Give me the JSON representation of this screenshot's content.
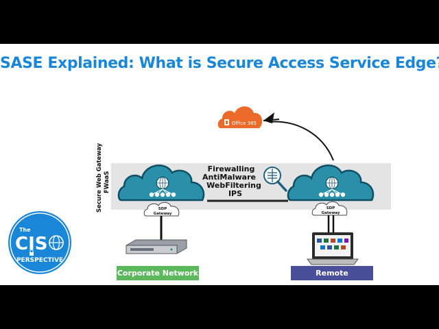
{
  "title": "SASE Explained: What is Secure Access Service Edge?",
  "diagram": {
    "cloud_service": {
      "label": "Office 365"
    },
    "band_labels": [
      "Secure Web Gateway",
      "FWaaS"
    ],
    "services": [
      "Firewalling",
      "AntiMalware",
      "WebFiltering",
      "IPS"
    ],
    "gateway_left": {
      "line1": "SDP",
      "line2": "Gateway"
    },
    "gateway_right": {
      "line1": "SDP",
      "line2": "Gateway"
    },
    "corporate": {
      "label": "Corporate Network"
    },
    "remote": {
      "label": "Remote"
    }
  },
  "logo": {
    "line1": "The",
    "line2": "CIS",
    "line3": "PERSPECTIVE"
  },
  "colors": {
    "title": "#1a86d8",
    "cloud_teal": "#2a8fa8",
    "cloud_dark": "#0f4f66",
    "corporate_green": "#5cb85c",
    "remote_navy": "#4a4f9a",
    "office_orange": "#eb6a2a",
    "band_gray": "#e4e4e4",
    "logo_blue": "#1a86d8"
  }
}
